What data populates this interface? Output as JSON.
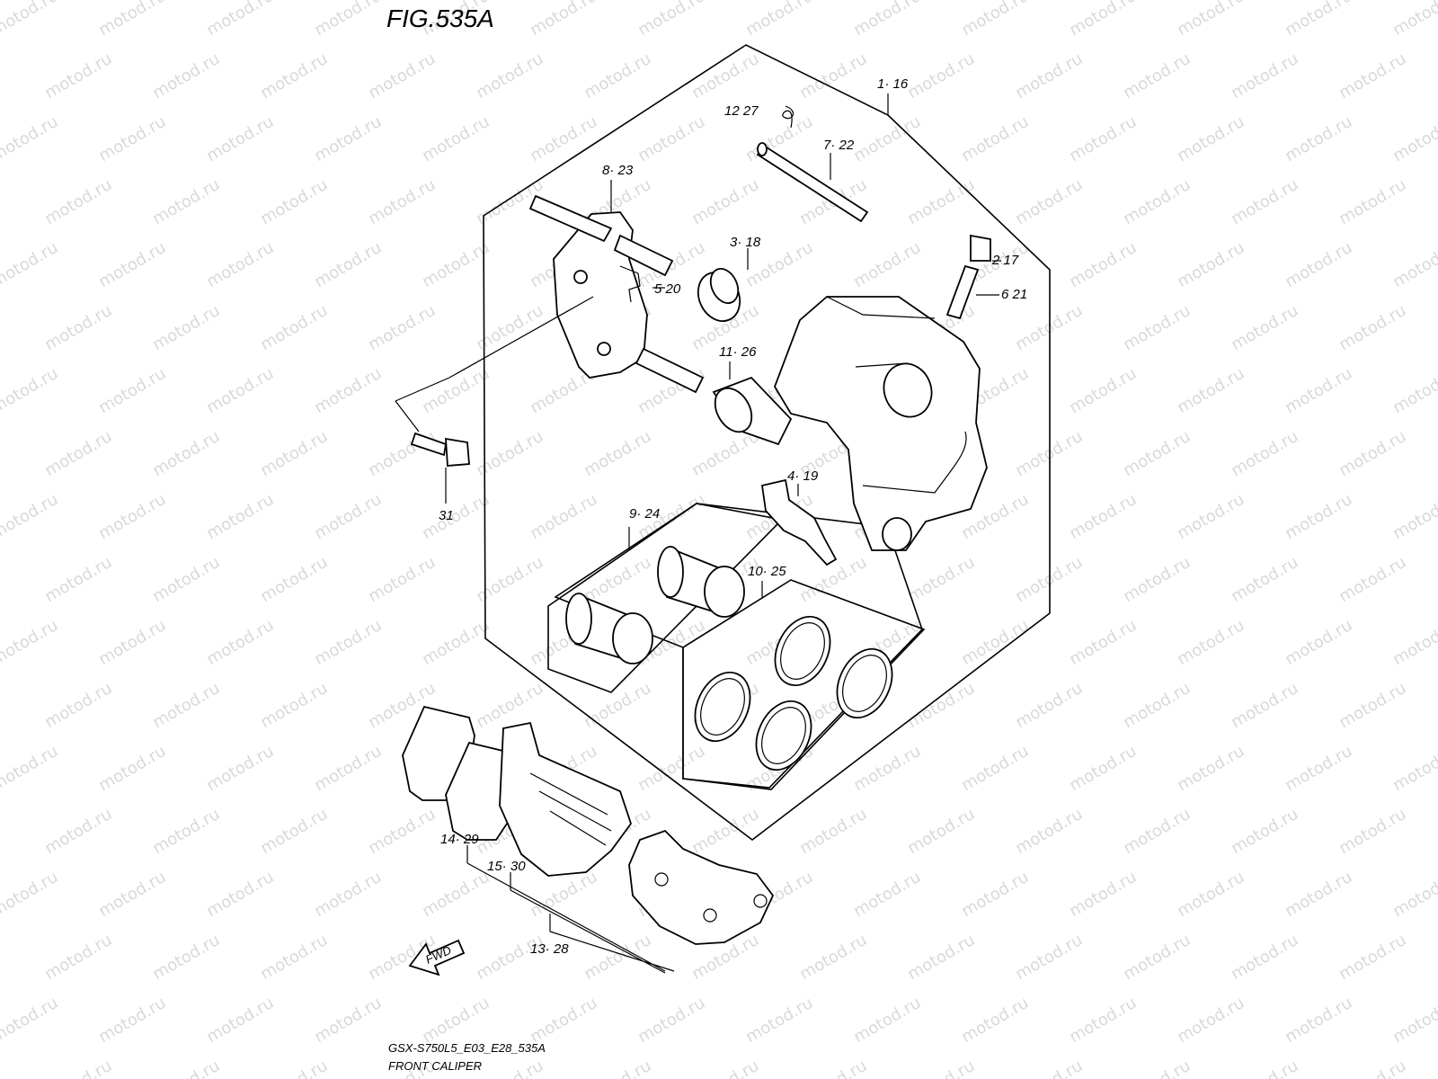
{
  "figure": {
    "title": "FIG.535A",
    "code": "GSX-S750L5_E03_E28_535A",
    "caption": "FRONT CALIPER",
    "watermark": "motod.ru",
    "direction_label": "FWD"
  },
  "callouts": {
    "c1": "1· 16",
    "c2": "2  17",
    "c3": "3· 18",
    "c4": "4· 19",
    "c5": "5  20",
    "c6": "6  21",
    "c7": "7· 22",
    "c8": "8· 23",
    "c9": "9· 24",
    "c10": "10· 25",
    "c11": "11· 26",
    "c12": "12  27",
    "c13": "13· 28",
    "c14": "14· 29",
    "c15": "15· 30",
    "c31": "31"
  }
}
